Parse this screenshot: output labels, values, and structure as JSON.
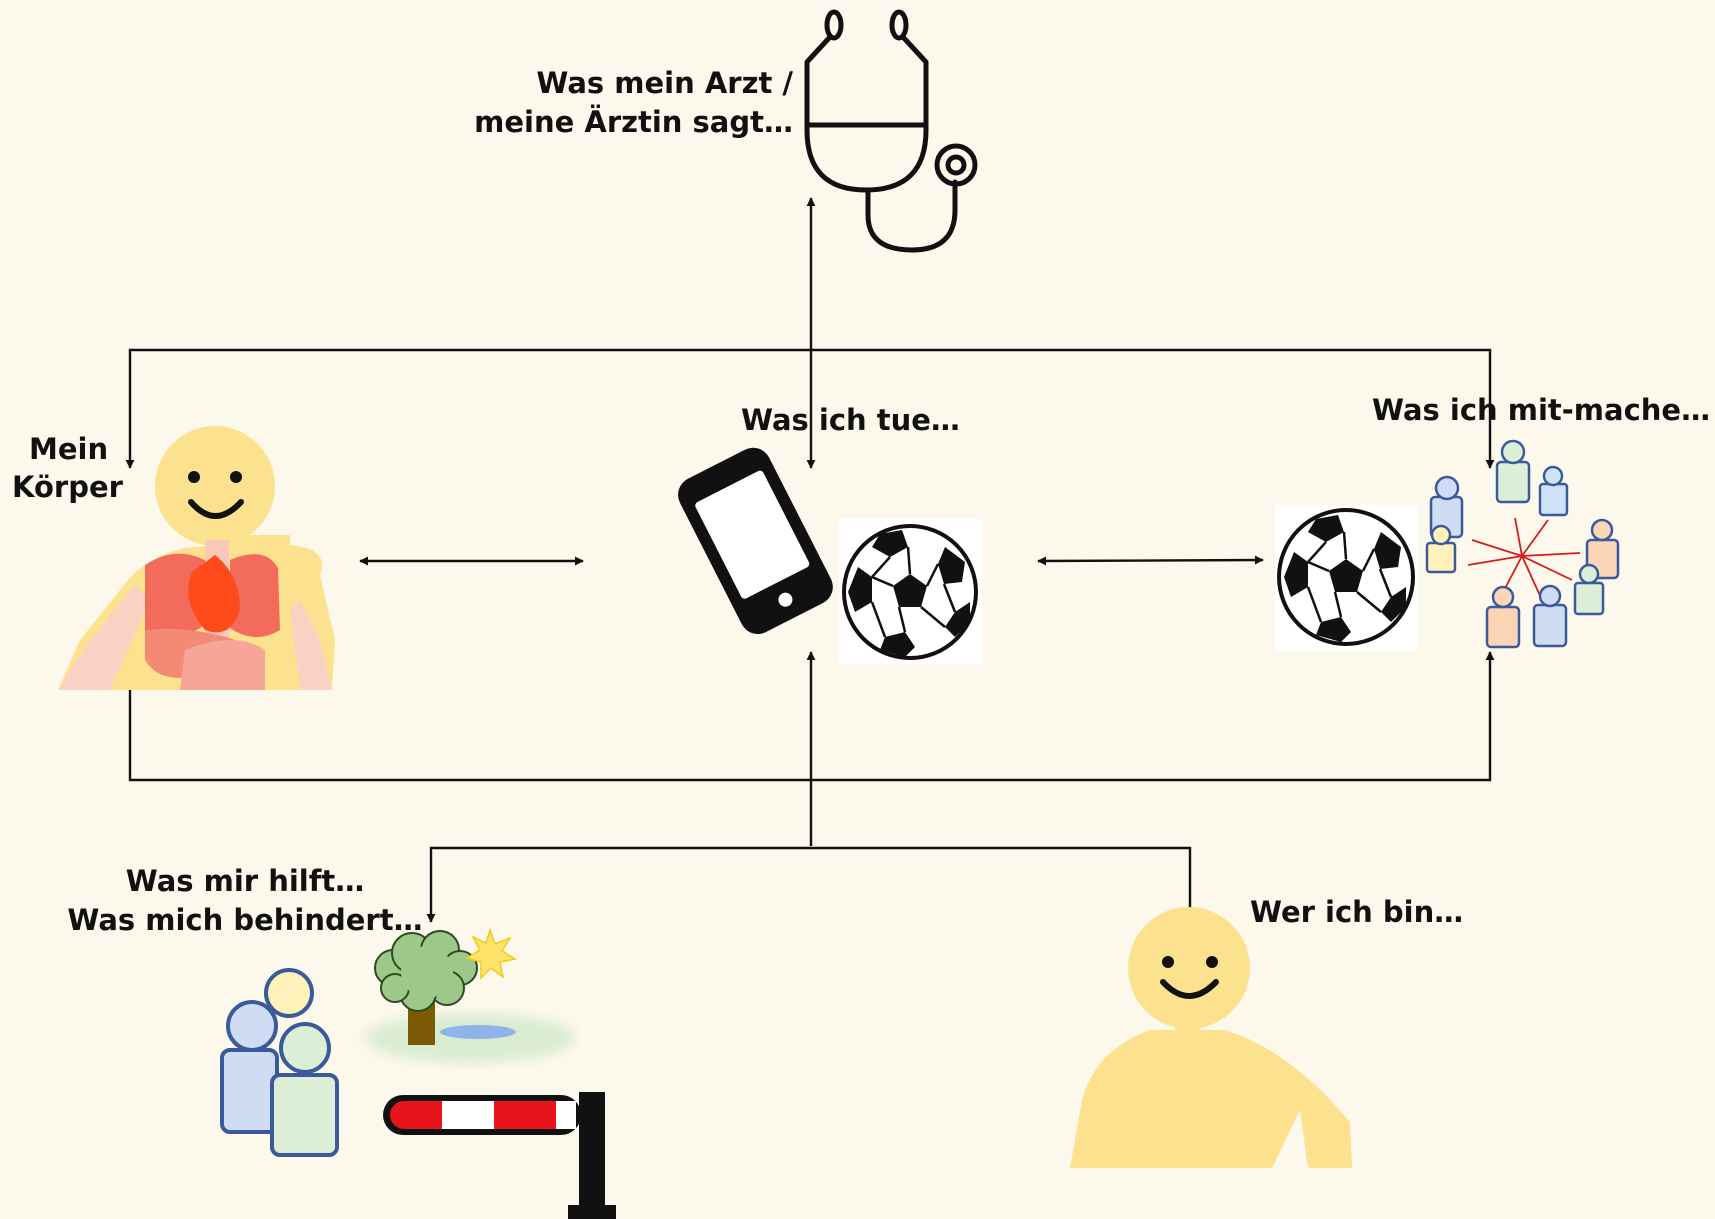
{
  "background_color": "#fdf8ec",
  "labels": {
    "doctor": [
      "Was mein Arzt /",
      "meine Ärztin sagt…"
    ],
    "body": [
      "Mein",
      "Körper"
    ],
    "activity": "Was ich tue…",
    "participation": "Was ich mit-mache…",
    "environment": [
      "Was mir hilft…",
      "Was mich behindert…"
    ],
    "personal": "Wer ich bin…"
  },
  "icons": {
    "doctor": "stethoscope-icon",
    "body": "body-organs-icon",
    "activity": [
      "smartphone-icon",
      "soccer-ball-icon"
    ],
    "participation": [
      "soccer-ball-icon",
      "group-people-icon"
    ],
    "environment": [
      "people-icon",
      "tree-sun-icon",
      "barrier-gate-icon"
    ],
    "personal": "smiling-person-icon"
  },
  "colors": {
    "skin": "#fce28e",
    "organ_red": "#f26b5b",
    "heart": "#ff4a1c",
    "line": "#111111",
    "person_blue": "#cfdcf4",
    "person_green": "#ddeed6",
    "person_yellow": "#fff2b8",
    "person_orange": "#fbd5b5",
    "barrier_red": "#e8141c"
  }
}
